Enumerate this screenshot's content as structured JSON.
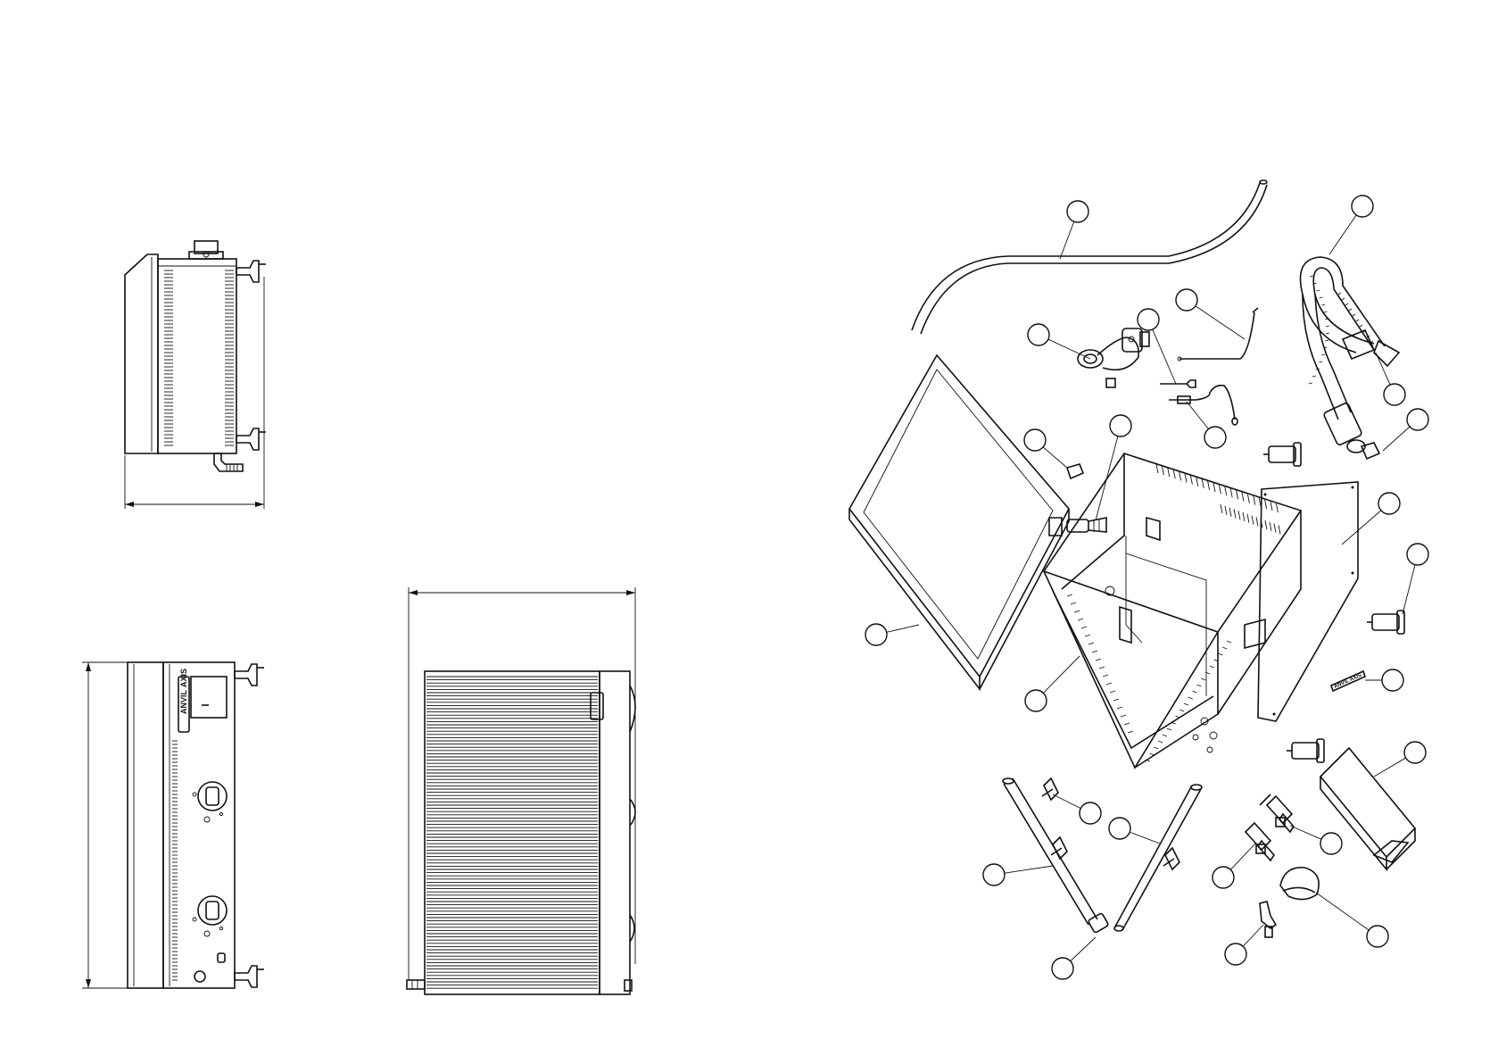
{
  "sheet": {
    "background": "#ffffff",
    "line_color": "#111111"
  },
  "views": {
    "side_view": {
      "name": "side-view"
    },
    "front_view": {
      "name": "front-view",
      "badge_left": "ANVIL",
      "badge_right": "AXIS"
    },
    "top_view": {
      "name": "top-view"
    },
    "exploded_view": {
      "name": "exploded-view",
      "nameplate_text": "ANVIL AXIS",
      "callout_count": 24
    }
  }
}
